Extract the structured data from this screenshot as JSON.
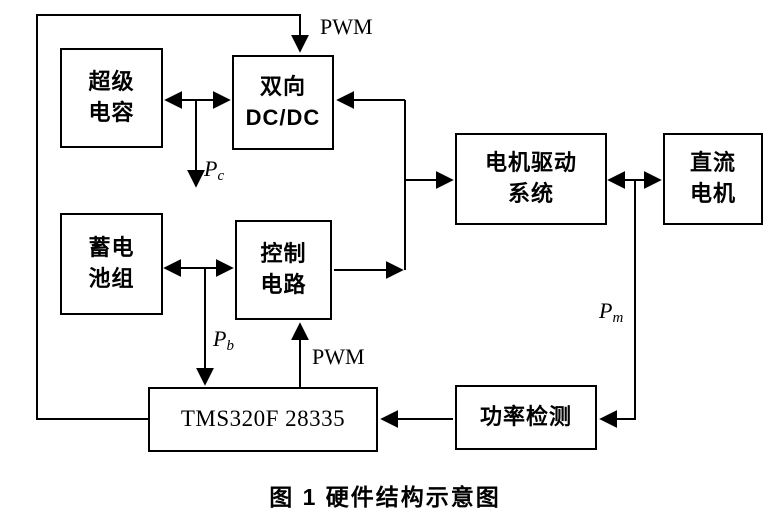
{
  "figure": {
    "caption": "图 1  硬件结构示意图"
  },
  "blocks": {
    "supercap": {
      "label": "超级\n电容"
    },
    "dcdc": {
      "label": "双向\nDC/DC"
    },
    "motor_drive": {
      "label": "电机驱动\n系统"
    },
    "dc_motor": {
      "label": "直流\n电机"
    },
    "battery": {
      "label": "蓄电\n池组"
    },
    "control": {
      "label": "控制\n电路"
    },
    "dsp": {
      "label": "TMS320F 28335"
    },
    "power_detect": {
      "label": "功率检测"
    }
  },
  "labels": {
    "pwm_top": "PWM",
    "pwm_bottom": "PWM",
    "p_c": {
      "base": "P",
      "sub": "c"
    },
    "p_b": {
      "base": "P",
      "sub": "b"
    },
    "p_m": {
      "base": "P",
      "sub": "m"
    }
  },
  "colors": {
    "line": "#000000",
    "background": "#ffffff"
  }
}
